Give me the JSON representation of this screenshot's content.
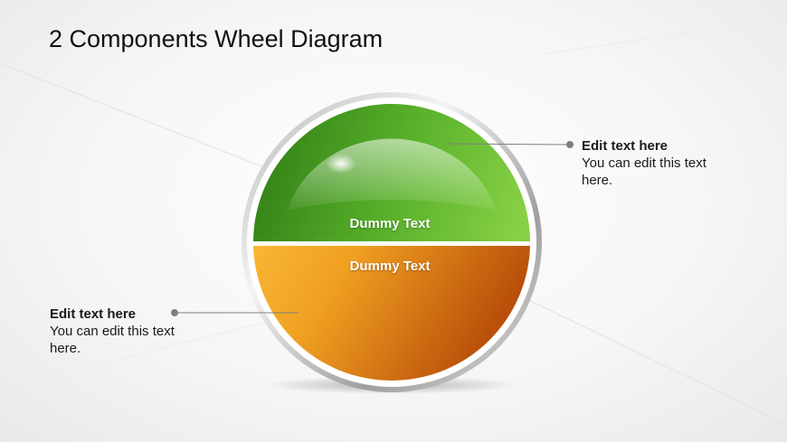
{
  "slide": {
    "title": "2 Components Wheel Diagram"
  },
  "segments": [
    {
      "label": "Dummy Text",
      "color": "#5cb82e"
    },
    {
      "label": "Dummy Text",
      "color": "#f0a021"
    }
  ],
  "callouts": [
    {
      "heading": "Edit text here",
      "body": "You can edit this text here."
    },
    {
      "heading": "Edit text here",
      "body": "You can edit this text here."
    }
  ],
  "colors": {
    "ring": "#c9c9c9",
    "connector": "#7f7f7f"
  }
}
